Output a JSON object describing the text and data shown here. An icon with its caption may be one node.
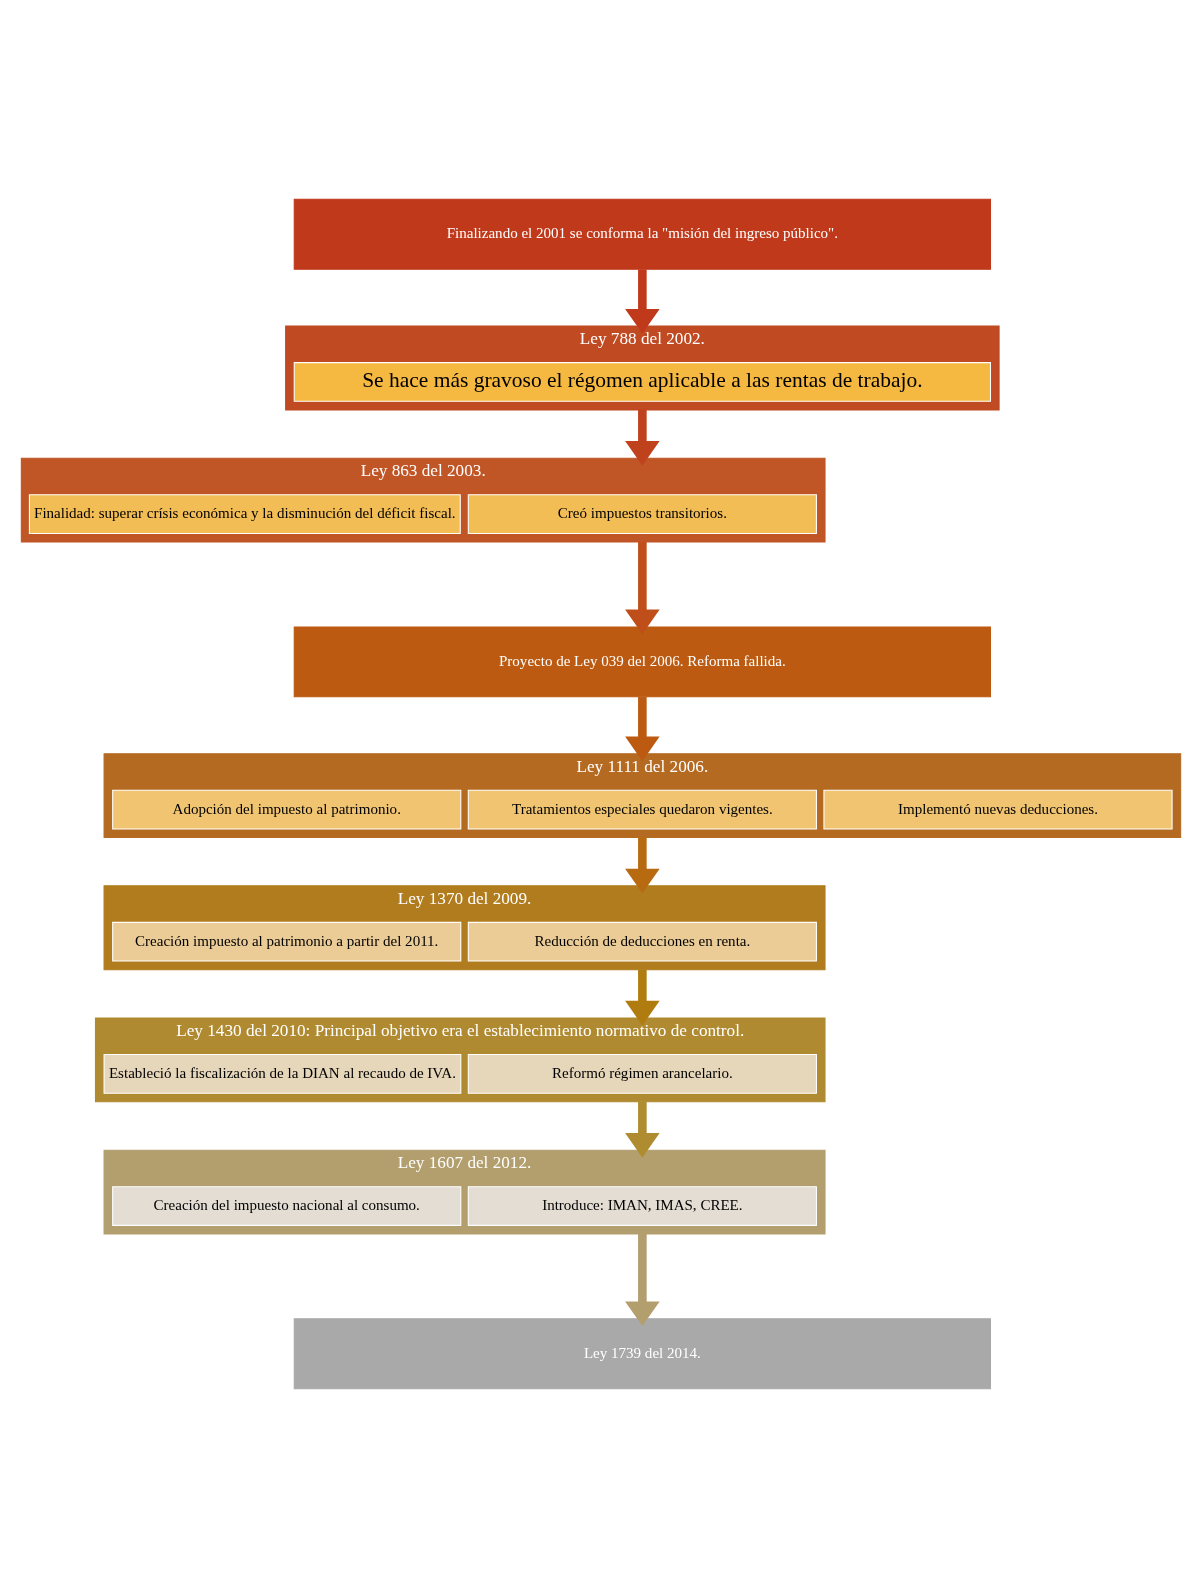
{
  "diagram": {
    "nodes": [
      {
        "text": [
          "Finalizando el 2001 se conforma la \"misión del ingreso público\"."
        ]
      },
      {
        "text": [
          "Ley 788 del 2002."
        ]
      },
      {
        "text": [
          "Se hace más gravoso el régomen aplicable a las rentas de trabajo."
        ],
        "in": 1
      },
      {
        "text": [
          "Ley 863 del 2003."
        ]
      },
      {
        "text": [
          "Finalidad: superar crísis económica y la disminución del déficit fiscal."
        ],
        "in": 3
      },
      {
        "text": [
          "Creó impuestos transitorios."
        ],
        "in": 3
      },
      {
        "text": [
          "Proyecto de Ley 039 del 2006. Reforma fallida."
        ]
      },
      {
        "text": [
          "Ley 1111 del 2006."
        ]
      },
      {
        "text": [
          "Adopción del impuesto al patrimonio."
        ],
        "in": 7
      },
      {
        "text": [
          "Tratamientos especiales quedaron vigentes."
        ],
        "in": 7
      },
      {
        "text": [
          "Implementó nuevas deducciones."
        ],
        "in": 7
      },
      {
        "text": [
          "Ley 1370 del 2009."
        ]
      },
      {
        "text": [
          "Creación impuesto al patrimonio a partir del 2011."
        ],
        "in": 11
      },
      {
        "text": [
          "Reducción de deducciones en renta."
        ],
        "in": 11
      },
      {
        "text": [
          "Ley 1430 del 2010: Principal objetivo era el establecimiento normativo de control."
        ]
      },
      {
        "text": [
          "Estableció la fiscalización de la DIAN al recaudo de IVA."
        ],
        "in": 14
      },
      {
        "text": [
          "Reformó régimen arancelario."
        ],
        "in": 14
      },
      {
        "text": [
          "Ley 1607 del 2012."
        ]
      },
      {
        "text": [
          "Creación del impuesto nacional al consumo."
        ],
        "in": 17
      },
      {
        "text": [
          "Introduce: IMAN, IMAS, CREE."
        ],
        "in": 17
      },
      {
        "text": [
          "Ley 1739 del 2014."
        ]
      }
    ],
    "edges": [
      {
        "from": 0,
        "to": 1,
        "arrow": "to",
        "color": "#c0391b"
      },
      {
        "from": 1,
        "to": 3,
        "arrow": "to",
        "color": "#c0421c"
      },
      {
        "from": 3,
        "to": 6,
        "arrow": "to",
        "color": "#c04e1a"
      },
      {
        "from": 6,
        "to": 7,
        "arrow": "to",
        "color": "#bb5a10"
      },
      {
        "from": 7,
        "to": 11,
        "arrow": "to",
        "color": "#b86a10"
      },
      {
        "from": 11,
        "to": 14,
        "arrow": "to",
        "color": "#b07c10"
      },
      {
        "from": 14,
        "to": 17,
        "arrow": "to",
        "color": "#b08c30"
      },
      {
        "from": 17,
        "to": 20,
        "arrow": "to",
        "color": "#b39e6e"
      }
    ]
  }
}
